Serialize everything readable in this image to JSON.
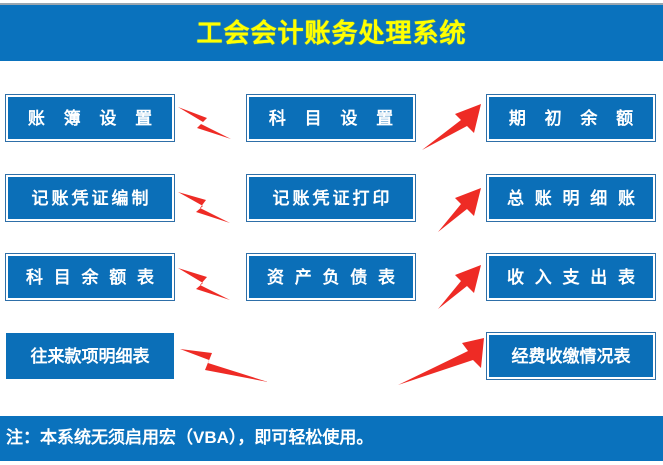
{
  "header": {
    "title": "工会会计账务处理系统",
    "background_color": "#0A72BD",
    "text_color": "#FFFF00"
  },
  "theme": {
    "button_fill": "#0B6FB8",
    "button_border": "#FFFFFF",
    "arrow_color": "#EE2B25",
    "page_background": "#FFFFFF"
  },
  "menu": {
    "rows": [
      {
        "left": "账 簿 设 置",
        "middle": "科 目 设 置",
        "right": "期 初 余 额"
      },
      {
        "left": "记账凭证编制",
        "middle": "记账凭证打印",
        "right": "总 账 明 细 账"
      },
      {
        "left": "科 目 余 额 表",
        "middle": "资 产 负 债 表",
        "right": "收 入 支 出 表"
      },
      {
        "left": "往来款项明细表",
        "middle": "",
        "right": "经费收缴情况表"
      }
    ]
  },
  "arrows": {
    "left_arrow_label": "arrow-pointing-left",
    "right_arrow_label": "arrow-pointing-right",
    "color": "#EE2B25"
  },
  "footer": {
    "note": "注：本系统无须启用宏（VBA），即可轻松使用。",
    "background_color": "#0A72BD",
    "text_color": "#FFFFFF"
  }
}
